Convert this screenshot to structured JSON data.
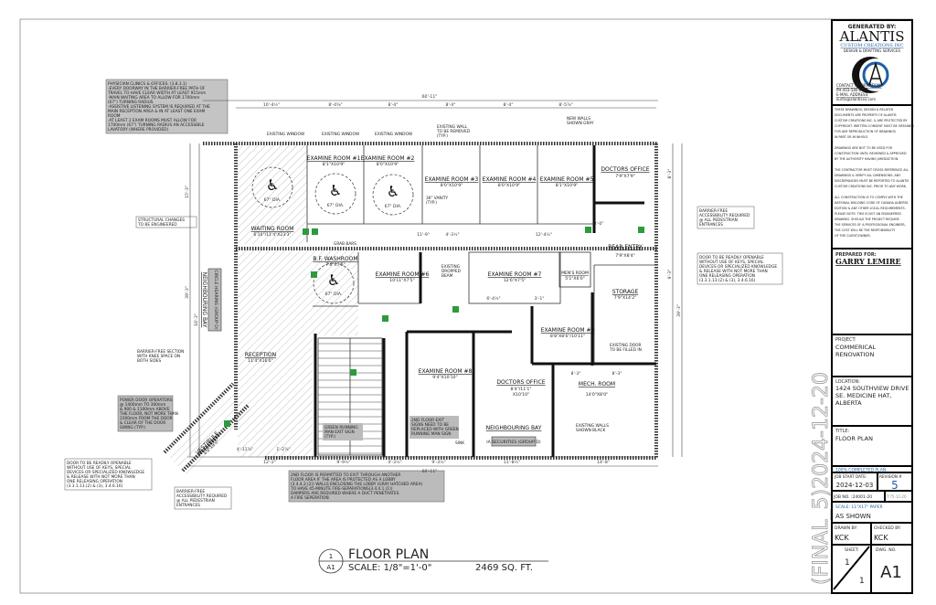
{
  "plan_title": {
    "number": "1",
    "sheet_ref": "A1",
    "title": "FLOOR PLAN",
    "scale": "SCALE: 1/8\"=1'-0\"",
    "area": "2469 SQ. FT."
  },
  "watermark": "(FINAL_5)2024-12-20",
  "title_block": {
    "generated_by": "GENERATED BY:",
    "company": "ALANTIS",
    "company_sub": "CUSTOM CREATIONS INC",
    "services": "DESIGN & DRAFTING SERVICES",
    "contact_heading": "CONTACT INFORMATION:",
    "contact_phone": "PH:403-580-6611",
    "email_heading": "E-MAIL ADDRESS:",
    "email": "kurtis@alantisxx.com",
    "disclaimer_lines": [
      "THESE DRAWINGS, DESIGN & RELATED",
      "DOCUMENTS ARE PROPERTY OF ALANTIS",
      "CUSTOM CREATIONS INC. & ARE PROTECTED BY",
      "COPYRIGHT. WRITTEN CONSENT MUST BE OBTAINED",
      "FOR ANY REPRODUCTION OF DRAWINGS",
      "IN PART OR IN WHOLE.",
      "",
      "DRAWINGS ARE NOT TO BE USED FOR",
      "CONSTRUCTION UNTIL REVIEWED & APPROVED",
      "BY THE AUTHORITY HAVING JURISDICTION.",
      "",
      "THE CONTRACTOR MUST CROSS-REFERENCE ALL",
      "DRAWINGS & VERIFY ALL DIMENSIONS. ANY",
      "DISCREPANCIES MUST BE REPORTED TO ALANTIS",
      "CUSTOM CREATIONS INC. PRIOR TO ANY WORK.",
      "",
      "ALL CONSTRUCTION IS TO COMPLY WITH THE",
      "NATIONAL BUILDING CODE OF CANADA ALBERTA",
      "EDITION & ANY OTHER LOCAL REQUIREMENTS.",
      "PLEASE NOTE: THIS IS NOT AN ENGINEERED",
      "DRAWING. SHOULD THE PROJECT REQUIRE",
      "THE SERVICES OF A PROFESSIONAL ENGINEER,",
      "THE COST WILL BE THE RESPONSIBILITY",
      "OF THE CLIENT/OWNER."
    ],
    "prepared_for_label": "PREPARED FOR:",
    "prepared_for": "GARRY LEMIRE",
    "project_label": "PROJECT:",
    "project_lines": [
      "COMMERICAL",
      "RENOVATION"
    ],
    "location_label": "LOCATION:",
    "location_lines": [
      "1424 SOUTHVIEW DRIVE",
      "SE. MEDICINE HAT,",
      "ALBERTA"
    ],
    "title_label": "TITLE:",
    "title": "FLOOR PLAN",
    "status": "100% COMPLETED PLAN",
    "job_start_label": "JOB START DATE:",
    "job_start": "2024-12-03",
    "revision_label": "REVISION #",
    "revision": "5",
    "job_no": "JOB NO. :24001-20",
    "rev_date": "T:75-12-20",
    "scale_label": "SCALE: 11\"X17\" PAPER",
    "scale": "AS SHOWN",
    "drawn_by_label": "DRAWN BY:",
    "drawn_by": "KCK",
    "checked_by_label": "CHECKED BY:",
    "checked_by": "KCK",
    "sheet_label": "SHEET:",
    "sheet_num": "1",
    "sheet_total": "1",
    "dwg_label": "DWG. NO.",
    "dwg_no": "A1",
    "accent_color": "#1f5fa8"
  },
  "rooms": {
    "waiting": {
      "name": "WAITING ROOM",
      "size": "6'10\"/11'4\"X23'3\""
    },
    "exam1": {
      "name": "EXAMINE ROOM #1",
      "size": "8'1\"X10'9\""
    },
    "exam2": {
      "name": "EXAMINE ROOM #2",
      "size": "8'0\"X10'9\""
    },
    "exam3": {
      "name": "EXAMINE ROOM #3",
      "size": "8'0\"X10'9\""
    },
    "exam4": {
      "name": "EXAMINE ROOM #4",
      "size": "8'0\"X10'9\""
    },
    "exam5": {
      "name": "EXAMINE ROOM #5",
      "size": "8'1\"X10'9\""
    },
    "doctors1": {
      "name": "DOCTORS OFFICE",
      "size": "7'9\"X7'9\""
    },
    "bf_washroom": {
      "name": "B.F. WASHROOM",
      "size": "7'6\"X7'5\""
    },
    "exam6": {
      "name": "EXAMINE ROOM #6",
      "size": "10'11\"X7'5\""
    },
    "exam7": {
      "name": "EXAMINE ROOM #7",
      "size": "12'6\"X7'5\""
    },
    "mens": {
      "name": "MEN'S ROOM",
      "size": "5'1\"X6'0\""
    },
    "rear_entry": {
      "name": "REAR ENTRY",
      "size": "7'9\"X8'4\""
    },
    "storage": {
      "name": "STORAGE",
      "size": "7'9\"X14'2\""
    },
    "exam9": {
      "name": "EXAMINE ROOM #9",
      "size": "8'8\"X8'6\"/10'11\""
    },
    "exam8": {
      "name": "EXAMINE ROOM #8",
      "size": "9'4\"X10'10\""
    },
    "doctors2": {
      "name": "DOCTORS OFFICE",
      "size": "8'4\"/11'1\"",
      "size2": "X10'10\""
    },
    "mech": {
      "name": "MECH. ROOM",
      "size": "14'0\"X8'0\""
    },
    "reception": {
      "name": "RECEPTION",
      "size": "11'4\"X16'0\""
    },
    "vestibule": {
      "name": "VESTIBULE",
      "size": "4'0\"X8'0\""
    },
    "neighbouring_left": {
      "name": "CIRCLE HEARING (GROUP D)",
      "name2": "NEIGHBOURING BAY"
    },
    "neighbouring_bottom": {
      "name": "NEIGHBOURING BAY",
      "tag": "IA SECURITIES (GROUP D)"
    }
  },
  "labels": {
    "existing_window": "EXISTING WINDOW",
    "turning_dia": "67\" DIA.",
    "existing_wall": [
      "EXISTING WALL",
      "TO BE REMOVED",
      "(TYP.)"
    ],
    "new_walls": [
      "NEW WALLS",
      "SHOWN GRAY"
    ],
    "vanity": [
      "36\" VANITY",
      "(TYP.)"
    ],
    "dropped_beam": [
      "EXISTING",
      "DROPPED",
      "BEAM"
    ],
    "grab_bars": "GRAB BARS",
    "existing_door_fill": [
      "EXISTING DOOR",
      "TO BE FILLED IN"
    ],
    "existing_walls_black": [
      "EXISTING WALLS",
      "SHOWN BLACK"
    ],
    "sink": "SINK",
    "structural": [
      "STRUCTURAL CHANGES",
      "TO BE ENGINEERED"
    ],
    "barrier_free_section": [
      "BARRIER-FREE SECTION",
      "WITH KNEE SPACE ON",
      "BOTH SIDES"
    ],
    "green_running_man": [
      "GREEN RUNNING",
      "MAN EXIT SIGN",
      "(TYP.)"
    ],
    "exit_signs_note": [
      "2ND FLOOR EXIT",
      "SIGNS NEED TO BE",
      "REPLACED WITH GREEN",
      "RUNNING MAN SIGN"
    ]
  },
  "notes": {
    "physician": [
      "PHYSICIAN CLINICS & OFFICES: (3.8.3.1)",
      "-EVERY DOORWAY IN THE BARRIER-FREE PATH OF",
      "TRAVEL TO HAVE CLEAR WIDTH AT LEAST 915mm",
      "-MAIN WAITING AREA TO ALLOW FOR 1700mm",
      "(67\") TURNING RADIUS",
      "-ASSISTIVE LISTENING SYSTEM IS REQUIRED AT THE",
      "MAIN RECEPTION AREA & IN AT LEAST ONE EXAM",
      "ROOM",
      "-AT LEAST 2 EXAM ROOMS MUST ALLOW FOR",
      "1700mm (67\") TURNING RADIUS AN ACCESSIBLE",
      "LAVATORY (WHERE PROVIDED)"
    ],
    "bf_right": [
      "BARRIER-FREE",
      "ACCESSIBILITY REQUIRED",
      "@ ALL PEDESTRIAN",
      "ENTRANCES"
    ],
    "door_right": [
      "DOOR TO BE READILY OPENABLE",
      "WITHOUT USE OF KEYS, SPECIAL",
      "DEVICES OR SPECIALIZED KNOWLEDGE",
      "& RELEASE WITH NOT MORE THAN",
      "ONE RELEASING OPERATION",
      "(3.3.1.13.(2) & (3), 3.4.6.16)"
    ],
    "power_door": [
      "POWER DOOR OPERATORS",
      "@ 1400mm TO 300mm",
      "& 900 & 1100mm ABOVE",
      "THE FLOOR, NOT MORE THAN",
      "1500mm FROM THE DOOR",
      "& CLEAR OF THE DOOR",
      "SWING (TYP.)"
    ],
    "door_left": [
      "DOOR TO BE READILY OPENABLE",
      "WITHOUT USE OF KEYS, SPECIAL",
      "DEVICES OR SPECIALIZED KNOWLEDGE",
      "& RELEASE WITH NOT MORE THAN",
      "ONE RELEASING OPERATION",
      "(3.3.1.13.(2) & (3), 3.4.6.16)"
    ],
    "bf_left": [
      "BARRIER-FREE",
      "ACCESSIBILITY REQUIRED",
      "@ ALL PEDESTRIAN",
      "ENTRANCES"
    ],
    "lobby": [
      "2ND FLOOR IS PERMITTED TO EXIT THROUGH ANOTHER",
      "FLOOR AREA IF THE AREA IS PROTECTED AS A LOBBY",
      "(3.4.4.2.(2)) WALLS ENCLOSING THE LOBBY (GRAY HATCHED AREA)",
      "TO HAVE 45-MINUTE FIRE-SEPARATIONS(3.4.4.1.(1))",
      "DAMPERS ARE REQUIRED WHERE A DUCT PENETRATES",
      "A FIRE SEPERATION"
    ]
  },
  "dimensions": {
    "top_overall": "60'-11\"",
    "top": [
      "10'-4½\"",
      "8'-4⅝\"",
      "8'-4\"",
      "8'-4\"",
      "8'-4\"",
      "8'-5⅞\""
    ],
    "bottom_overall": "60'-11\"",
    "bottom": [
      "12'-2\"",
      "9'-9½\"",
      "4'-3½\"",
      "9'-3½\"",
      "11'-8½\"",
      "14'-8\""
    ],
    "bottom_upper": [
      "4'-11⅞\"",
      "1'-2⅞\""
    ],
    "left": [
      "15'-3\"",
      "39'-3\"",
      "16'-3\""
    ],
    "right": [
      "8'-3\"",
      "9'-3\"",
      "39'-3\""
    ],
    "corridor": [
      "11'-9\"",
      "4'-3½\"",
      "12'-4½\"",
      "3'-0\"",
      "6'-4½\"",
      "3'-1\"",
      "8'-3\"",
      "8'-3\""
    ]
  }
}
